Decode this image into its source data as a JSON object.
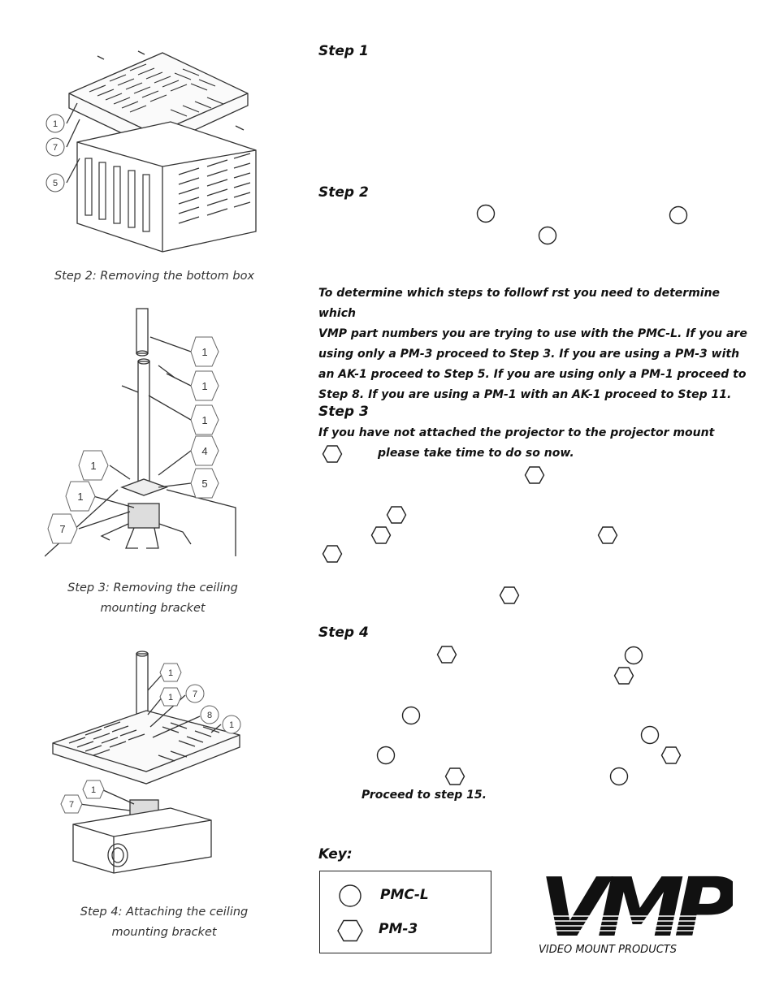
{
  "captions": {
    "fig1": "Step 2: Removing the bottom box",
    "fig2_line1": "Step 3: Removing the ceiling",
    "fig2_line2": "mounting bracket",
    "fig3_line1": "Step 4: Attaching the ceiling",
    "fig3_line2": "mounting bracket"
  },
  "figure_callouts": {
    "fig1": [
      "1",
      "7",
      "5"
    ],
    "fig2": [
      "1",
      "1",
      "1",
      "4",
      "5",
      "1",
      "1",
      "7"
    ],
    "fig3": [
      "1",
      "1",
      "7",
      "8",
      "1",
      "1",
      "7"
    ]
  },
  "steps": {
    "step1": {
      "heading": "Step 1"
    },
    "step2": {
      "heading": "Step 2"
    },
    "intro": [
      "To determine which steps to followf rst you need to determine which",
      "VMP part numbers you are trying to use with the PMC-L.  If you are",
      "using only a PM-3 proceed to Step 3.  If you are using a PM-3 with",
      "an AK-1 proceed to Step 5.  If you are using only a PM-1 proceed to",
      "Step 8.  If you are using a PM-1 with an AK-1 proceed to Step 11."
    ],
    "step3": {
      "heading": "Step 3",
      "line1": "If you have not attached the projector to the projector mount",
      "line2": "please take time to do so now."
    },
    "step4": {
      "heading": "Step 4",
      "proceed": "Proceed to step 15."
    }
  },
  "key": {
    "heading": "Key:",
    "items": [
      {
        "symbol": "circle-icon",
        "label": "PMC-L"
      },
      {
        "symbol": "hexagon-icon",
        "label": "PM-3"
      }
    ]
  },
  "logo": {
    "wordmark": "VMP",
    "tagline": "VIDEO MOUNT PRODUCTS"
  }
}
